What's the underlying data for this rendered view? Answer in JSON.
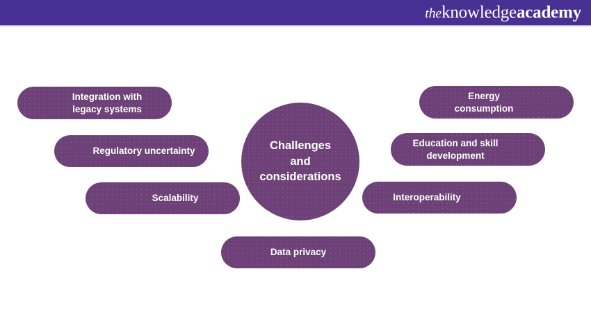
{
  "header": {
    "background_color": "#473091",
    "underline_color": "#b9aed6",
    "logo": {
      "part_the": "the",
      "part_knowledge": "knowledge",
      "part_academy": "academy",
      "full_text": "theknowledgeacademy"
    }
  },
  "diagram": {
    "node_color": "#6d4177",
    "text_color": "#ffffff",
    "background_color": "#ffffff",
    "center": {
      "line1": "Challenges",
      "line2": "and",
      "line3": "considerations",
      "text": "Challenges and considerations"
    },
    "left_nodes": [
      {
        "line1": "Integration with",
        "line2": "legacy systems",
        "text": "Integration with legacy systems"
      },
      {
        "line1": "Regulatory uncertainty",
        "line2": "",
        "text": "Regulatory uncertainty"
      },
      {
        "line1": "Scalability",
        "line2": "",
        "text": "Scalability"
      }
    ],
    "right_nodes": [
      {
        "line1": "Energy",
        "line2": "consumption",
        "text": "Energy consumption"
      },
      {
        "line1": "Education and skill",
        "line2": "development",
        "text": "Education and skill development"
      },
      {
        "line1": "Interoperability",
        "line2": "",
        "text": "Interoperability"
      }
    ],
    "bottom_nodes": [
      {
        "line1": "Data privacy",
        "line2": "",
        "text": "Data privacy"
      }
    ]
  }
}
